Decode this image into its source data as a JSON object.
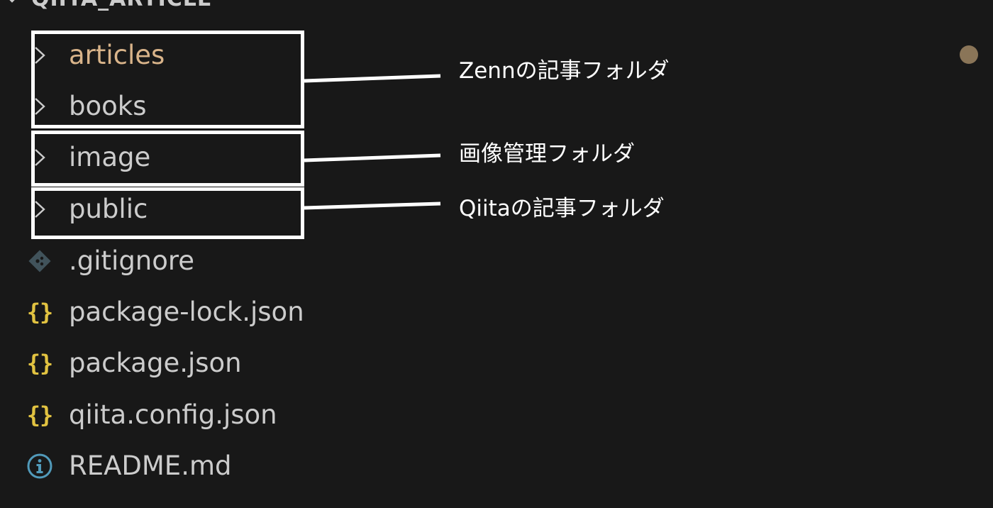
{
  "explorer": {
    "root_folder": "QIITA_ARTICLE",
    "items": [
      {
        "label": "articles",
        "kind": "folder"
      },
      {
        "label": "books",
        "kind": "folder"
      },
      {
        "label": "image",
        "kind": "folder"
      },
      {
        "label": "public",
        "kind": "folder"
      },
      {
        "label": ".gitignore",
        "kind": "git-file",
        "icon": "git-diamond-icon"
      },
      {
        "label": "package-lock.json",
        "kind": "json-file",
        "icon": "json-braces-icon",
        "icon_text": "{}"
      },
      {
        "label": "package.json",
        "kind": "json-file",
        "icon": "json-braces-icon",
        "icon_text": "{}"
      },
      {
        "label": "qiita.config.json",
        "kind": "json-file",
        "icon": "json-braces-icon",
        "icon_text": "{}"
      },
      {
        "label": "README.md",
        "kind": "info-file",
        "icon": "info-circle-icon"
      }
    ]
  },
  "annotations": {
    "zenn": "Zennの記事フォルダ",
    "image": "画像管理フォルダ",
    "qiita": "Qiitaの記事フォルダ"
  },
  "colors": {
    "background": "#181818",
    "text": "#cccccc",
    "accent_text": "#d9b48a",
    "json_icon": "#e2c341",
    "git_icon": "#41535b",
    "info_icon": "#519aba",
    "callout": "#ffffff",
    "modified_dot": "#8a7558"
  }
}
